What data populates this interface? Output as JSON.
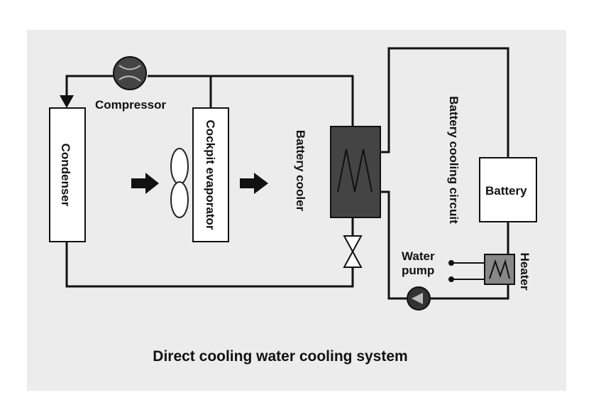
{
  "diagram": {
    "title": "Direct cooling water cooling system",
    "labels": {
      "compressor": "Compressor",
      "condenser": "Condenser",
      "cockpit_evaporator": "Cockpit evaporator",
      "battery_cooler": "Battery cooler",
      "battery_cooling_circuit": "Battery cooling circuit",
      "battery": "Battery",
      "water_pump_line1": "Water",
      "water_pump_line2": "pump",
      "heater": "Heater"
    }
  }
}
